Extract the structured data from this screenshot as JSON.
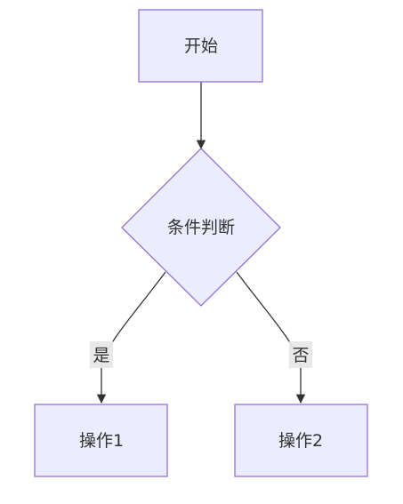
{
  "nodes": {
    "start": {
      "label": "开始",
      "shape": "rectangle"
    },
    "decision": {
      "label": "条件判断",
      "shape": "diamond"
    },
    "op1": {
      "label": "操作1",
      "shape": "rectangle"
    },
    "op2": {
      "label": "操作2",
      "shape": "rectangle"
    }
  },
  "edges": {
    "start_to_decision": {
      "from": "start",
      "to": "decision",
      "label": ""
    },
    "decision_to_op1": {
      "from": "decision",
      "to": "op1",
      "label": "是"
    },
    "decision_to_op2": {
      "from": "decision",
      "to": "op2",
      "label": "否"
    }
  },
  "colors": {
    "node_fill": "#ECECFF",
    "node_stroke": "#9370DB",
    "edge_stroke": "#333333",
    "edge_label_bg": "#e8e8e8",
    "text": "#333333"
  }
}
